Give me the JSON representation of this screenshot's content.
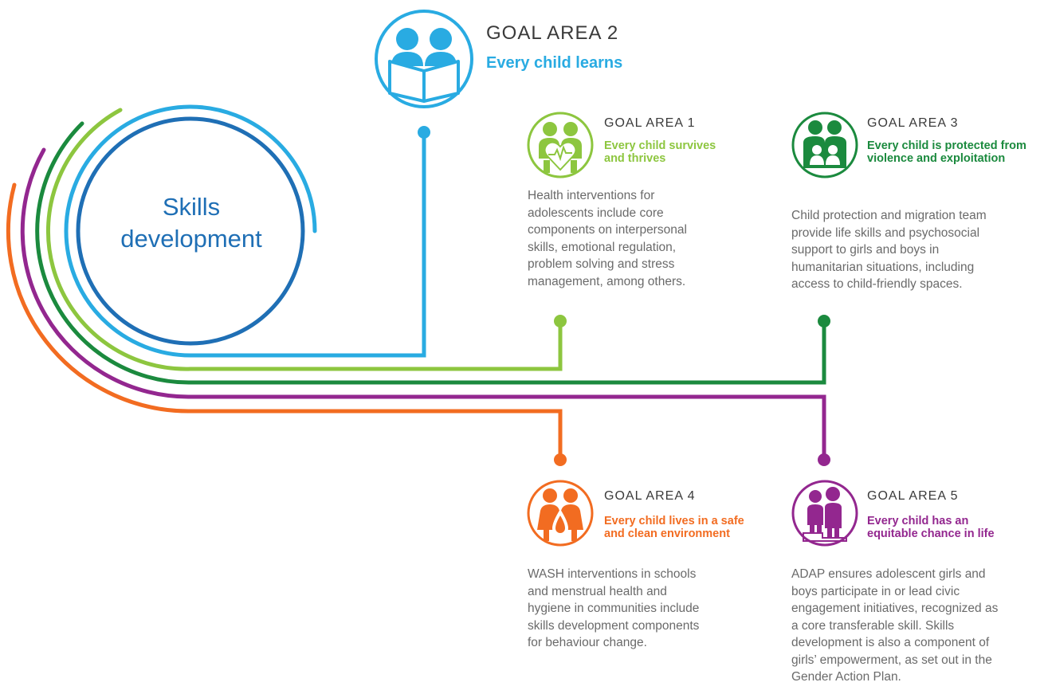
{
  "hub": {
    "line1": "Skills",
    "line2": "development"
  },
  "colors": {
    "ga1": "#8dc63f",
    "ga2": "#29abe2",
    "ga3": "#1b8a3e",
    "ga4": "#f26c21",
    "ga5": "#93278f",
    "hub": "#1f6fb5"
  },
  "goals": {
    "ga2": {
      "label": "GOAL AREA 2",
      "subtitle": "Every child learns",
      "icon": "children-reading-book-icon"
    },
    "ga1": {
      "label": "GOAL AREA 1",
      "subtitle_l1": "Every child survives",
      "subtitle_l2": "and thrives",
      "icon": "children-heart-icon",
      "text": [
        "Health interventions for",
        "adolescents include core",
        "components on interpersonal",
        "skills, emotional regulation,",
        "problem solving and stress",
        "management, among others."
      ]
    },
    "ga3": {
      "label": "GOAL AREA 3",
      "subtitle_l1": "Every child is protected from",
      "subtitle_l2": "violence and exploitation",
      "icon": "family-protection-icon",
      "text": [
        "Child protection and migration team",
        "provide life skills and psychosocial",
        "support to girls and boys in",
        "humanitarian situations, including",
        "access to child-friendly spaces."
      ]
    },
    "ga4": {
      "label": "GOAL AREA 4",
      "subtitle_l1": "Every child lives in a safe",
      "subtitle_l2": "and clean environment",
      "icon": "children-water-drop-icon",
      "text": [
        "WASH interventions in schools",
        "and menstrual health and",
        "hygiene in communities include",
        "skills development components",
        "for behaviour change."
      ]
    },
    "ga5": {
      "label": "GOAL AREA 5",
      "subtitle_l1": "Every child has an",
      "subtitle_l2": "equitable chance in life",
      "icon": "children-equity-steps-icon",
      "text": [
        "ADAP ensures adolescent girls and",
        "boys participate in or lead civic",
        "engagement initiatives, recognized as",
        "a core transferable skill. Skills",
        "development is also a component of",
        "girls’ empowerment, as set out in the",
        "Gender Action Plan."
      ]
    }
  }
}
